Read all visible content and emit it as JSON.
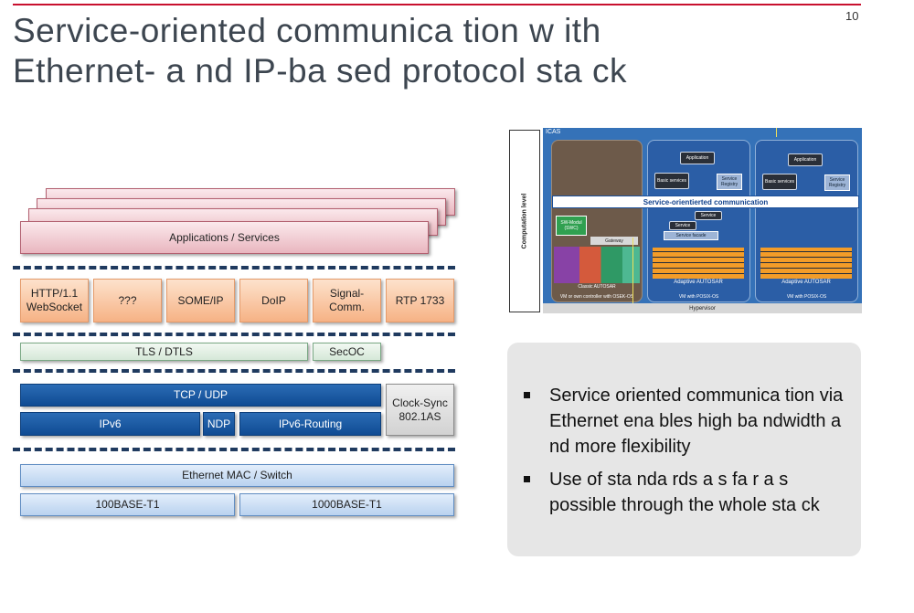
{
  "page_number": "10",
  "title": {
    "line1": "Service-oriented communica tion w ith",
    "line2": "Ethernet- a nd IP-ba sed protocol sta ck"
  },
  "stack": {
    "applications": "Applications / Services",
    "protocols": [
      "HTTP/1.1 WebSocket",
      "???",
      "SOME/IP",
      "DoIP",
      "Signal-Comm.",
      "RTP 1733"
    ],
    "security": [
      "TLS / DTLS",
      "SecOC"
    ],
    "transport": "TCP / UDP",
    "network": [
      "IPv6",
      "NDP",
      "IPv6-Routing"
    ],
    "clock": "Clock-Sync 802.1AS",
    "mac": "Ethernet MAC / Switch",
    "phy": [
      "100BASE-T1",
      "1000BASE-T1"
    ]
  },
  "figure": {
    "side_label": "Computation level",
    "icas": "ICAS",
    "service_band": "Service-orientierted communication",
    "application": "Application",
    "basic_services": "Basic services",
    "service_registry": "Service Registry",
    "service": "Service",
    "service_facade": "Service facade",
    "sw_module": "SW-Modul (SWC)",
    "gateway": "Gateway",
    "classic": "Classic AUTOSAR",
    "adaptive": "Adaptive AUTOSAR",
    "vm1": "VM or own controller with OSEK-OS",
    "vm2": "VM with POSIX-OS",
    "vm3": "VM with POSIX-OS",
    "hypervisor": "Hypervisor"
  },
  "bullets": [
    "Service oriented communica tion via Ethernet ena bles high ba ndwidth a nd more flexibility",
    "Use of sta nda rds a s fa r a s possible through the whole sta ck"
  ],
  "colors": {
    "accent_line": "#c8102e",
    "stack_blue": "#0f4b93",
    "protocol_orange": "#f6b285",
    "security_green": "#d5e8d8"
  }
}
